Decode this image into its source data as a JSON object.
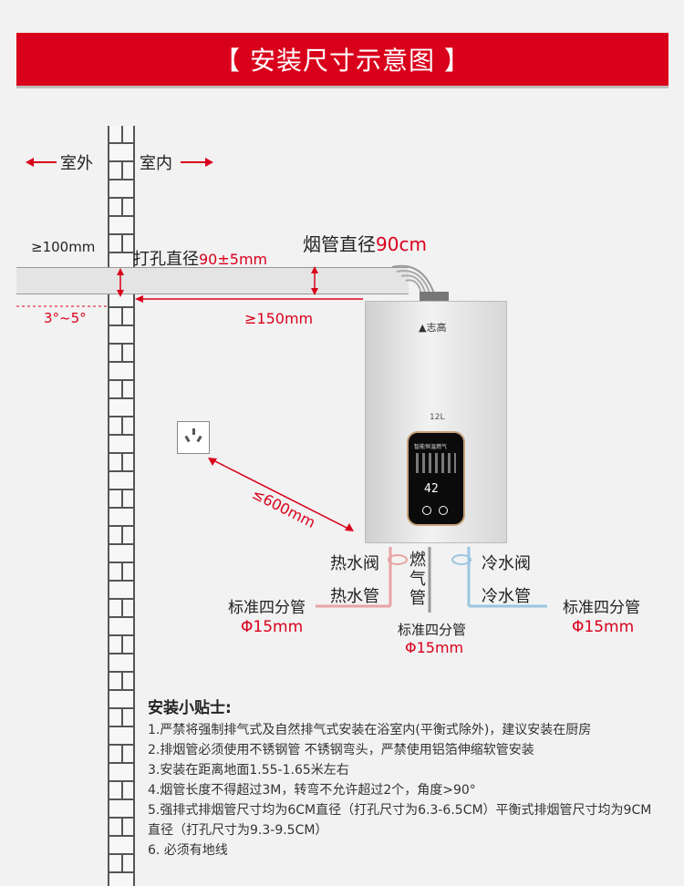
{
  "header": {
    "title": "【 安装尺寸示意图 】"
  },
  "labels": {
    "outdoor": "室外",
    "indoor": "室内",
    "gap_100": "≥100mm",
    "drill_label": "打孔直径",
    "drill_value": "90±5mm",
    "flue_label": "烟管直径",
    "flue_value": "90cm",
    "slope": "3°~5°",
    "gap_150": "≥150mm",
    "socket_distance": "≤600mm"
  },
  "heater": {
    "brand": "志高",
    "capacity": "12L",
    "panel_text": "智能恒温燃气",
    "display_temp": "42"
  },
  "pipes": {
    "hot_valve": "热水阀",
    "gas_pipe": "燃气管",
    "cold_valve": "冷水阀",
    "hot_pipe": "热水管",
    "cold_pipe": "冷水管",
    "std_left": "标准四分管",
    "dia_left": "Φ15mm",
    "std_center": "标准四分管",
    "dia_center": "Φ15mm",
    "std_right": "标准四分管",
    "dia_right": "Φ15mm"
  },
  "tips": {
    "title": "安装小贴士:",
    "items": [
      "1.严禁将强制排气式及自然排气式安装在浴室内(平衡式除外)，建议安装在厨房",
      "2.排烟管必须使用不锈钢管 不锈钢弯头，严禁使用铝箔伸缩软管安装",
      "3.安装在距离地面1.55-1.65米左右",
      "4.烟管长度不得超过3M，转弯不允许超过2个，角度>90°",
      "5.强排式排烟管尺寸均为6CM直径（打孔尺寸为6.3-6.5CM）平衡式排烟管尺寸均为9CM直径（打孔尺寸为9.3-9.5CM）",
      "6. 必须有地线"
    ]
  },
  "colors": {
    "accent": "#d9001b",
    "hot": "#e8a3a3",
    "cold": "#9cc6e0"
  }
}
